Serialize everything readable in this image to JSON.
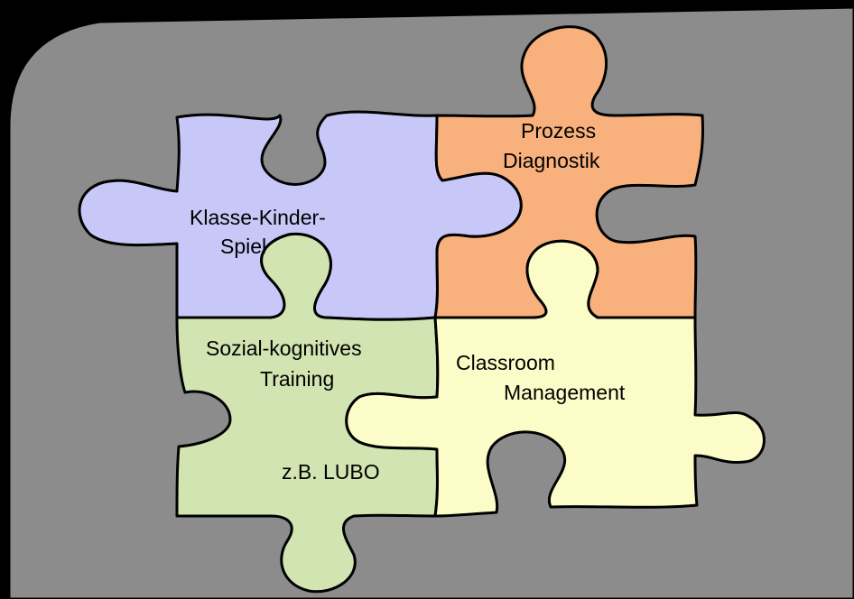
{
  "diagram": {
    "colors": {
      "frame_fill": "#8c8c8c",
      "outer_background": "#000000",
      "outline": "#000000",
      "piece_lavender": "#c7c7f8",
      "piece_orange": "#f8b07c",
      "piece_green": "#d2e4b1",
      "piece_yellow": "#fcfcc8"
    },
    "pieces": {
      "klasse": {
        "line1": "Klasse-Kinder-",
        "line2": "Spiel"
      },
      "prozess": {
        "line1": "Prozess",
        "line2": "Diagnostik"
      },
      "sozial": {
        "line1": "Sozial-kognitives",
        "line2": "Training",
        "line3": "z.B. LUBO"
      },
      "classroom": {
        "line1": "Classroom",
        "line2": "Management"
      }
    }
  }
}
